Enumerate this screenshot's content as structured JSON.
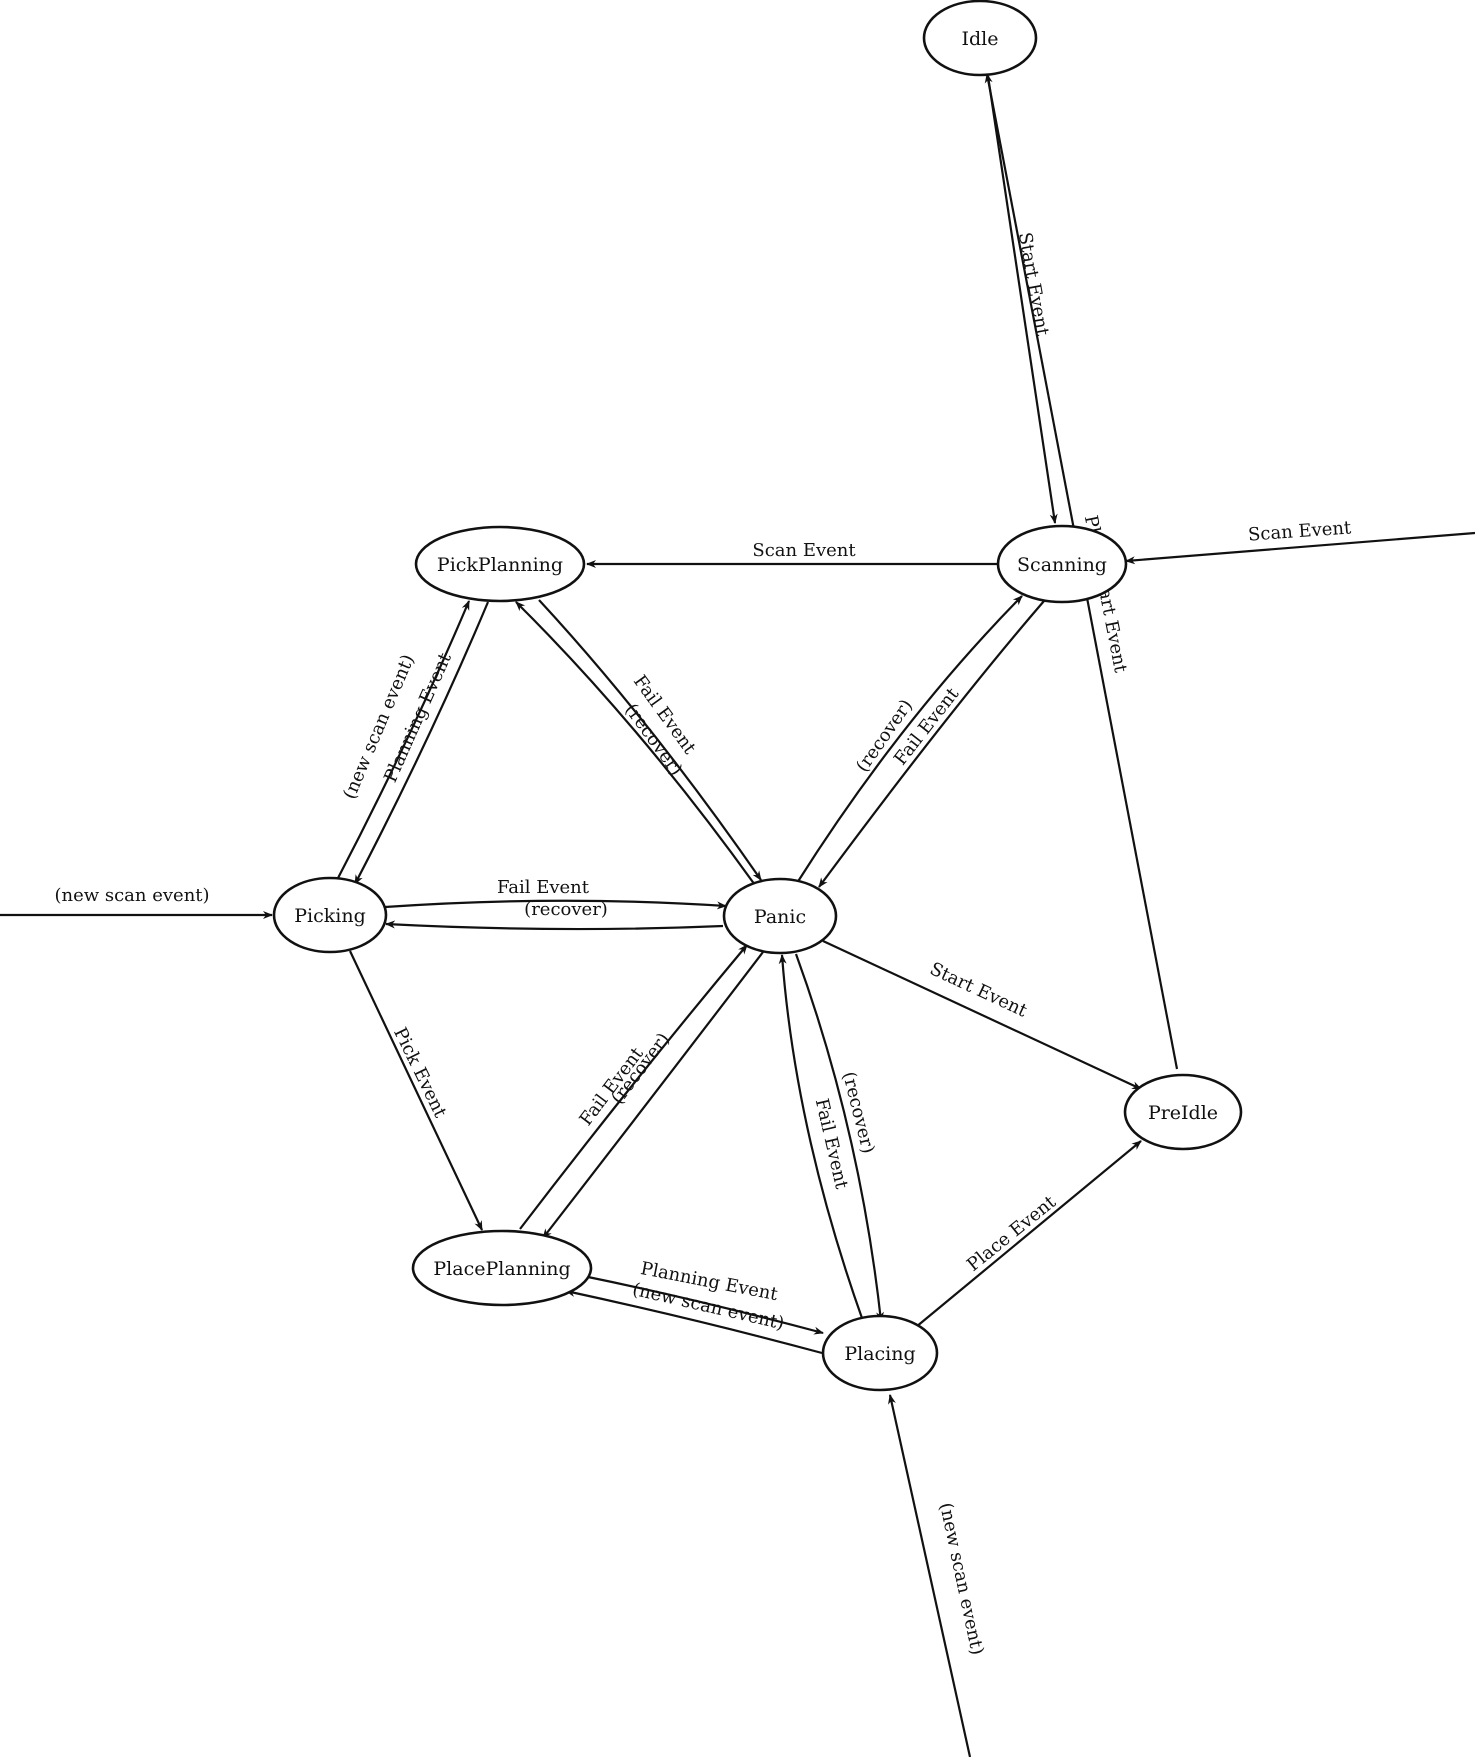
{
  "nodes": [
    {
      "id": "idle",
      "label": "Idle"
    },
    {
      "id": "pickplanning",
      "label": "PickPlanning"
    },
    {
      "id": "scanning",
      "label": "Scanning"
    },
    {
      "id": "picking",
      "label": "Picking"
    },
    {
      "id": "panic",
      "label": "Panic"
    },
    {
      "id": "preidle",
      "label": "PreIdle"
    },
    {
      "id": "placeplanning",
      "label": "PlacePlanning"
    },
    {
      "id": "placing",
      "label": "Placing"
    }
  ],
  "edges": [
    {
      "id": "e1",
      "from": "idle",
      "to": "scanning",
      "label": "Start Event"
    },
    {
      "id": "e2",
      "from": "preidle",
      "to": "idle",
      "label": "Place Start Event"
    },
    {
      "id": "e3",
      "from": "external",
      "to": "scanning",
      "label": "Scan Event"
    },
    {
      "id": "e4",
      "from": "scanning",
      "to": "pickplanning",
      "label": "Scan Event"
    },
    {
      "id": "e5",
      "from": "pickplanning",
      "to": "panic",
      "label": "Fail Event"
    },
    {
      "id": "e6",
      "from": "panic",
      "to": "pickplanning",
      "label": "(recover)"
    },
    {
      "id": "e7",
      "from": "scanning",
      "to": "panic",
      "label": "Fail Event"
    },
    {
      "id": "e8",
      "from": "panic",
      "to": "scanning",
      "label": "(recover)"
    },
    {
      "id": "e9",
      "from": "pickplanning",
      "to": "picking",
      "label": "Planning Event"
    },
    {
      "id": "e10",
      "from": "picking",
      "to": "pickplanning",
      "label": "(new scan event)"
    },
    {
      "id": "e11",
      "from": "external",
      "to": "picking",
      "label": "(new scan event)"
    },
    {
      "id": "e12",
      "from": "picking",
      "to": "panic",
      "label": "Fail Event"
    },
    {
      "id": "e13",
      "from": "panic",
      "to": "picking",
      "label": "(recover)"
    },
    {
      "id": "e14",
      "from": "picking",
      "to": "placeplanning",
      "label": "Pick Event"
    },
    {
      "id": "e15",
      "from": "placeplanning",
      "to": "panic",
      "label": "Fail Event"
    },
    {
      "id": "e16",
      "from": "panic",
      "to": "placeplanning",
      "label": "(recover)"
    },
    {
      "id": "e17",
      "from": "panic",
      "to": "preidle",
      "label": "Start Event"
    },
    {
      "id": "e18",
      "from": "placing",
      "to": "panic",
      "label": "Fail Event"
    },
    {
      "id": "e19",
      "from": "panic",
      "to": "placing",
      "label": "(recover)"
    },
    {
      "id": "e20",
      "from": "placeplanning",
      "to": "placing",
      "label": "Planning Event"
    },
    {
      "id": "e21",
      "from": "placing",
      "to": "placeplanning",
      "label": "(new scan event)"
    },
    {
      "id": "e22",
      "from": "placing",
      "to": "preidle",
      "label": "Place Event"
    },
    {
      "id": "e23",
      "from": "external",
      "to": "placing",
      "label": "(new scan event)"
    }
  ]
}
